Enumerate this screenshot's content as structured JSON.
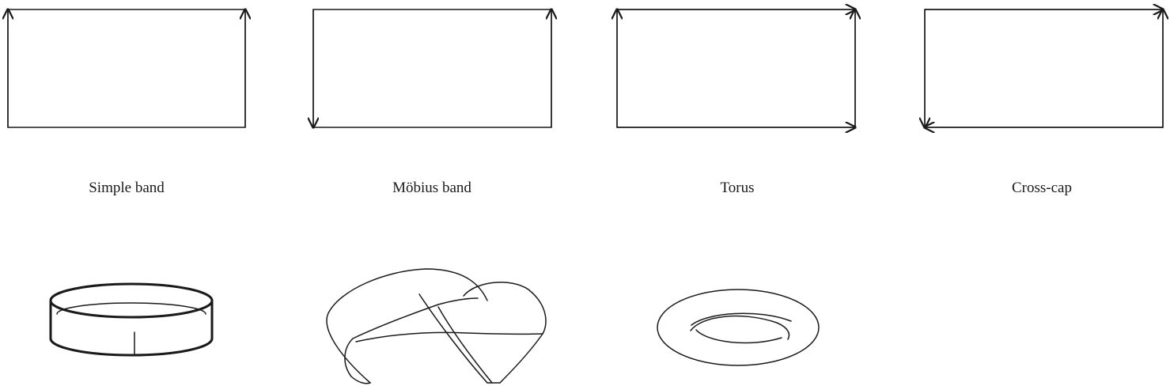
{
  "surfaces": [
    {
      "label": "Simple band"
    },
    {
      "label": "Möbius band"
    },
    {
      "label": "Torus"
    },
    {
      "label": "Cross-cap"
    }
  ],
  "colors": {
    "ink": "#1a1a1a",
    "background": "#ffffff"
  }
}
